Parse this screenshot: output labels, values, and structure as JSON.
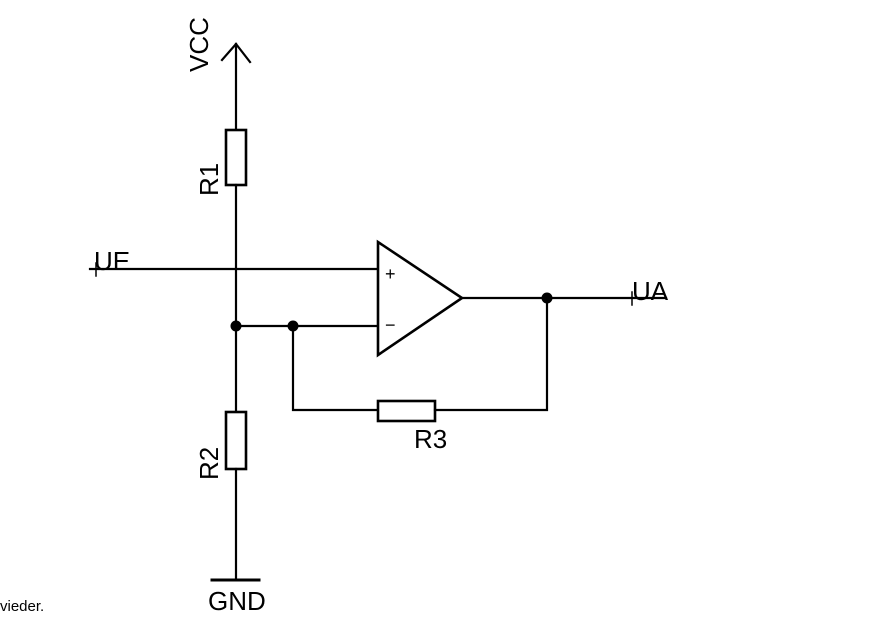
{
  "labels": {
    "vcc": "VCC",
    "gnd": "GND",
    "r1": "R1",
    "r2": "R2",
    "r3": "R3",
    "ue": "UE",
    "ua": "UA",
    "plus": "+",
    "minus": "−",
    "caption_fragment": "vieder."
  }
}
